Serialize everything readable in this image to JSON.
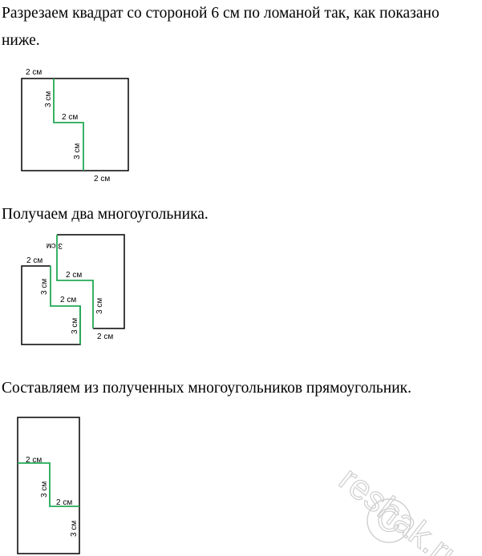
{
  "paragraphs": {
    "p1": "Разрезаем квадрат со стороной 6 см по ломаной так, как показано ниже.",
    "p2": "Получаем два многоугольника.",
    "p3": "Составляем из полученных многоугольников прямоугольник."
  },
  "figure1": {
    "labels": [
      "2 см",
      "3 см",
      "2 см",
      "3 см",
      "2 см"
    ]
  },
  "figure2": {
    "labels": [
      "2 см",
      "3 см",
      "2 см",
      "3 см",
      "3 см",
      "2 см",
      "3 см",
      "2 см"
    ]
  },
  "figure3": {
    "labels": [
      "2 см",
      "3 см",
      "2 см",
      "3 см"
    ]
  },
  "watermark": {
    "text": "reshak.ru",
    "copyright": "©"
  },
  "colors": {
    "cut_line": "#22aa55",
    "outline": "#000000"
  }
}
